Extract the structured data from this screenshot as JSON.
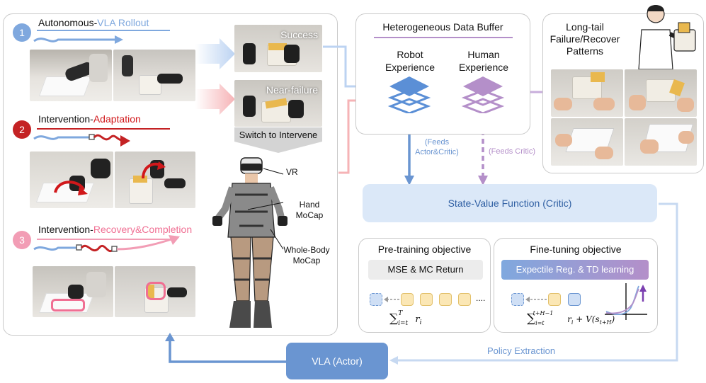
{
  "left_panel": {
    "steps": [
      {
        "num": "1",
        "prefix": "Autonomous-",
        "highlight": "VLA Rollout",
        "color": "#7fa8de",
        "hl_color": "#7fa8de"
      },
      {
        "num": "2",
        "prefix": "Intervention-",
        "highlight": "Adaptation",
        "color": "#c42224",
        "hl_color": "#d1181b"
      },
      {
        "num": "3",
        "prefix": "Intervention-",
        "highlight": "Recovery&Completion",
        "color": "#f29db5",
        "hl_color": "#f06f93"
      }
    ],
    "outcome_success": "Success",
    "outcome_near_failure": "Near-failure",
    "switch_label": "Switch to Intervene",
    "operator_labels": {
      "vr": "VR",
      "hand_mocap": "Hand\nMoCap",
      "whole_body_mocap": "Whole-Body\nMoCap"
    }
  },
  "buffer": {
    "title": "Heterogeneous Data Buffer",
    "robot": "Robot\nExperience",
    "human": "Human\nExperience",
    "robot_color": "#5b8fd6",
    "human_color": "#b48fc9"
  },
  "longtail": {
    "title": "Long-tail\nFailure/Recover\nPatterns"
  },
  "arrows": {
    "feeds_actor_critic": "(Feeds\nActor&Critic)",
    "feeds_critic": "(Feeds Critic)",
    "policy_extraction": "Policy Extraction"
  },
  "critic": {
    "label": "State-Value Function (Critic)",
    "color": "#dbe8f8"
  },
  "pretraining": {
    "title": "Pre-training objective",
    "box": "MSE & MC Return"
  },
  "finetuning": {
    "title": "Fine-tuning objective",
    "box": "Expectile Reg. & TD learning"
  },
  "actor": {
    "label": "VLA (Actor)",
    "color": "#6a95d1"
  }
}
